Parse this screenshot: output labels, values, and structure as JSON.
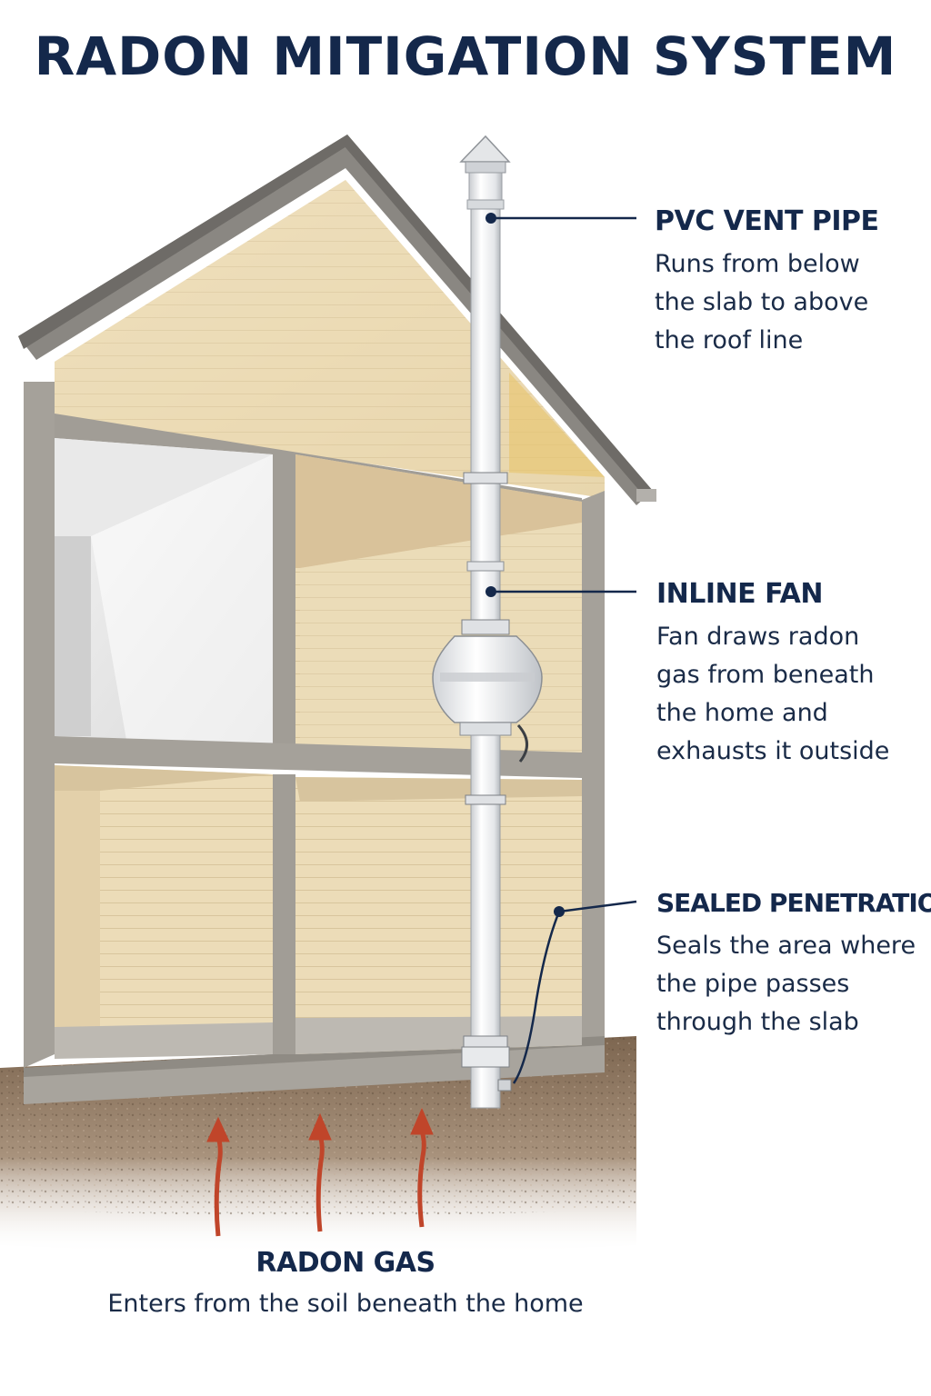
{
  "title": "RADON MITIGATION SYSTEM",
  "callouts": {
    "pvc_vent_pipe": {
      "heading": "PVC VENT PIPE",
      "lines": [
        "Runs from below",
        "the slab to above",
        "the roof line"
      ]
    },
    "inline_fan": {
      "heading": "INLINE FAN",
      "lines": [
        "Fan draws radon",
        "gas from beneath",
        "the home and",
        "exhausts it outside"
      ]
    },
    "sealed_penetration": {
      "heading": "SEALED PENETRATION",
      "lines": [
        "Seals the area where",
        "the pipe passes",
        "through the slab"
      ]
    },
    "radon_gas": {
      "heading": "RADON GAS",
      "lines": [
        "Enters from the soil beneath the home"
      ]
    }
  },
  "colors": {
    "title": "#14284b",
    "leader_line": "#14284b",
    "radon_arrow": "#c0452a",
    "wall_frame": "#9a968e",
    "siding": "#ecdcb8",
    "soil": "#8b7560",
    "pipe": "#f2f3f4"
  },
  "icons": [
    "radon-arrow-icon",
    "leader-dot-icon"
  ]
}
